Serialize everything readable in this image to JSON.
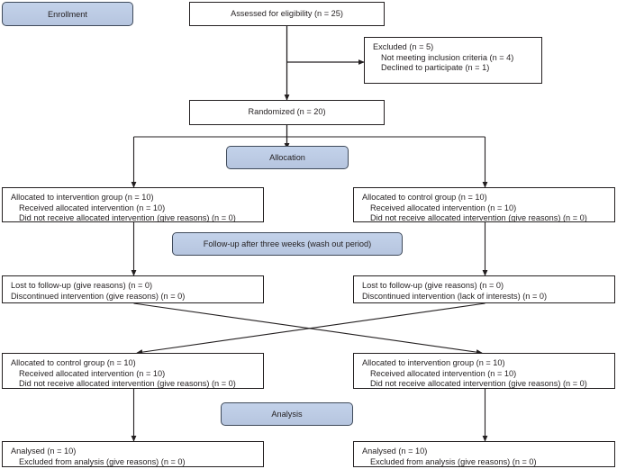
{
  "diagram": {
    "title": "CONSORT participant flow diagram",
    "type": "flowchart",
    "colors": {
      "banner_fill": "#bccbe4",
      "banner_border": "#3f4a5a",
      "box_border": "#231f20",
      "box_fill": "#ffffff",
      "text": "#231f20",
      "background": "#ffffff"
    }
  },
  "banners": {
    "enrollment": "Enrollment",
    "allocation": "Allocation",
    "followup": "Follow-up after three weeks (wash out period)",
    "analysis": "Analysis"
  },
  "nodes": {
    "assessed": {
      "lines": [
        "Assessed for eligibility (n = 25)"
      ]
    },
    "excluded": {
      "lines": [
        "Excluded (n = 5)",
        "Not meeting inclusion criteria (n = 4)",
        "Declined to participate (n = 1)"
      ]
    },
    "randomized": {
      "lines": [
        "Randomized (n = 20)"
      ]
    },
    "alloc_left": {
      "lines": [
        "Allocated to intervention group (n = 10)",
        "Received allocated intervention (n = 10)",
        "Did not receive allocated intervention (give reasons) (n = 0)"
      ]
    },
    "alloc_right": {
      "lines": [
        "Allocated to control group (n = 10)",
        "Received allocated intervention (n = 10)",
        "Did not receive allocated intervention (give reasons) (n = 0)"
      ]
    },
    "follow_left": {
      "lines": [
        "Lost to follow-up (give reasons) (n = 0)",
        "Discontinued intervention (give reasons) (n = 0)"
      ]
    },
    "follow_right": {
      "lines": [
        "Lost to follow-up (give reasons) (n = 0)",
        "Discontinued intervention (lack of interests) (n = 0)"
      ]
    },
    "cross_left": {
      "lines": [
        "Allocated to control group (n = 10)",
        "Received allocated intervention (n = 10)",
        "Did not receive allocated intervention (give reasons) (n = 0)"
      ]
    },
    "cross_right": {
      "lines": [
        "Allocated to intervention group (n = 10)",
        "Received allocated intervention (n = 10)",
        "Did not receive allocated intervention (give reasons) (n = 0)"
      ]
    },
    "analysed_left": {
      "lines": [
        "Analysed (n = 10)",
        "Excluded from analysis (give reasons) (n = 0)"
      ]
    },
    "analysed_right": {
      "lines": [
        "Analysed (n = 10)",
        "Excluded from analysis (give reasons) (n = 0)"
      ]
    }
  }
}
